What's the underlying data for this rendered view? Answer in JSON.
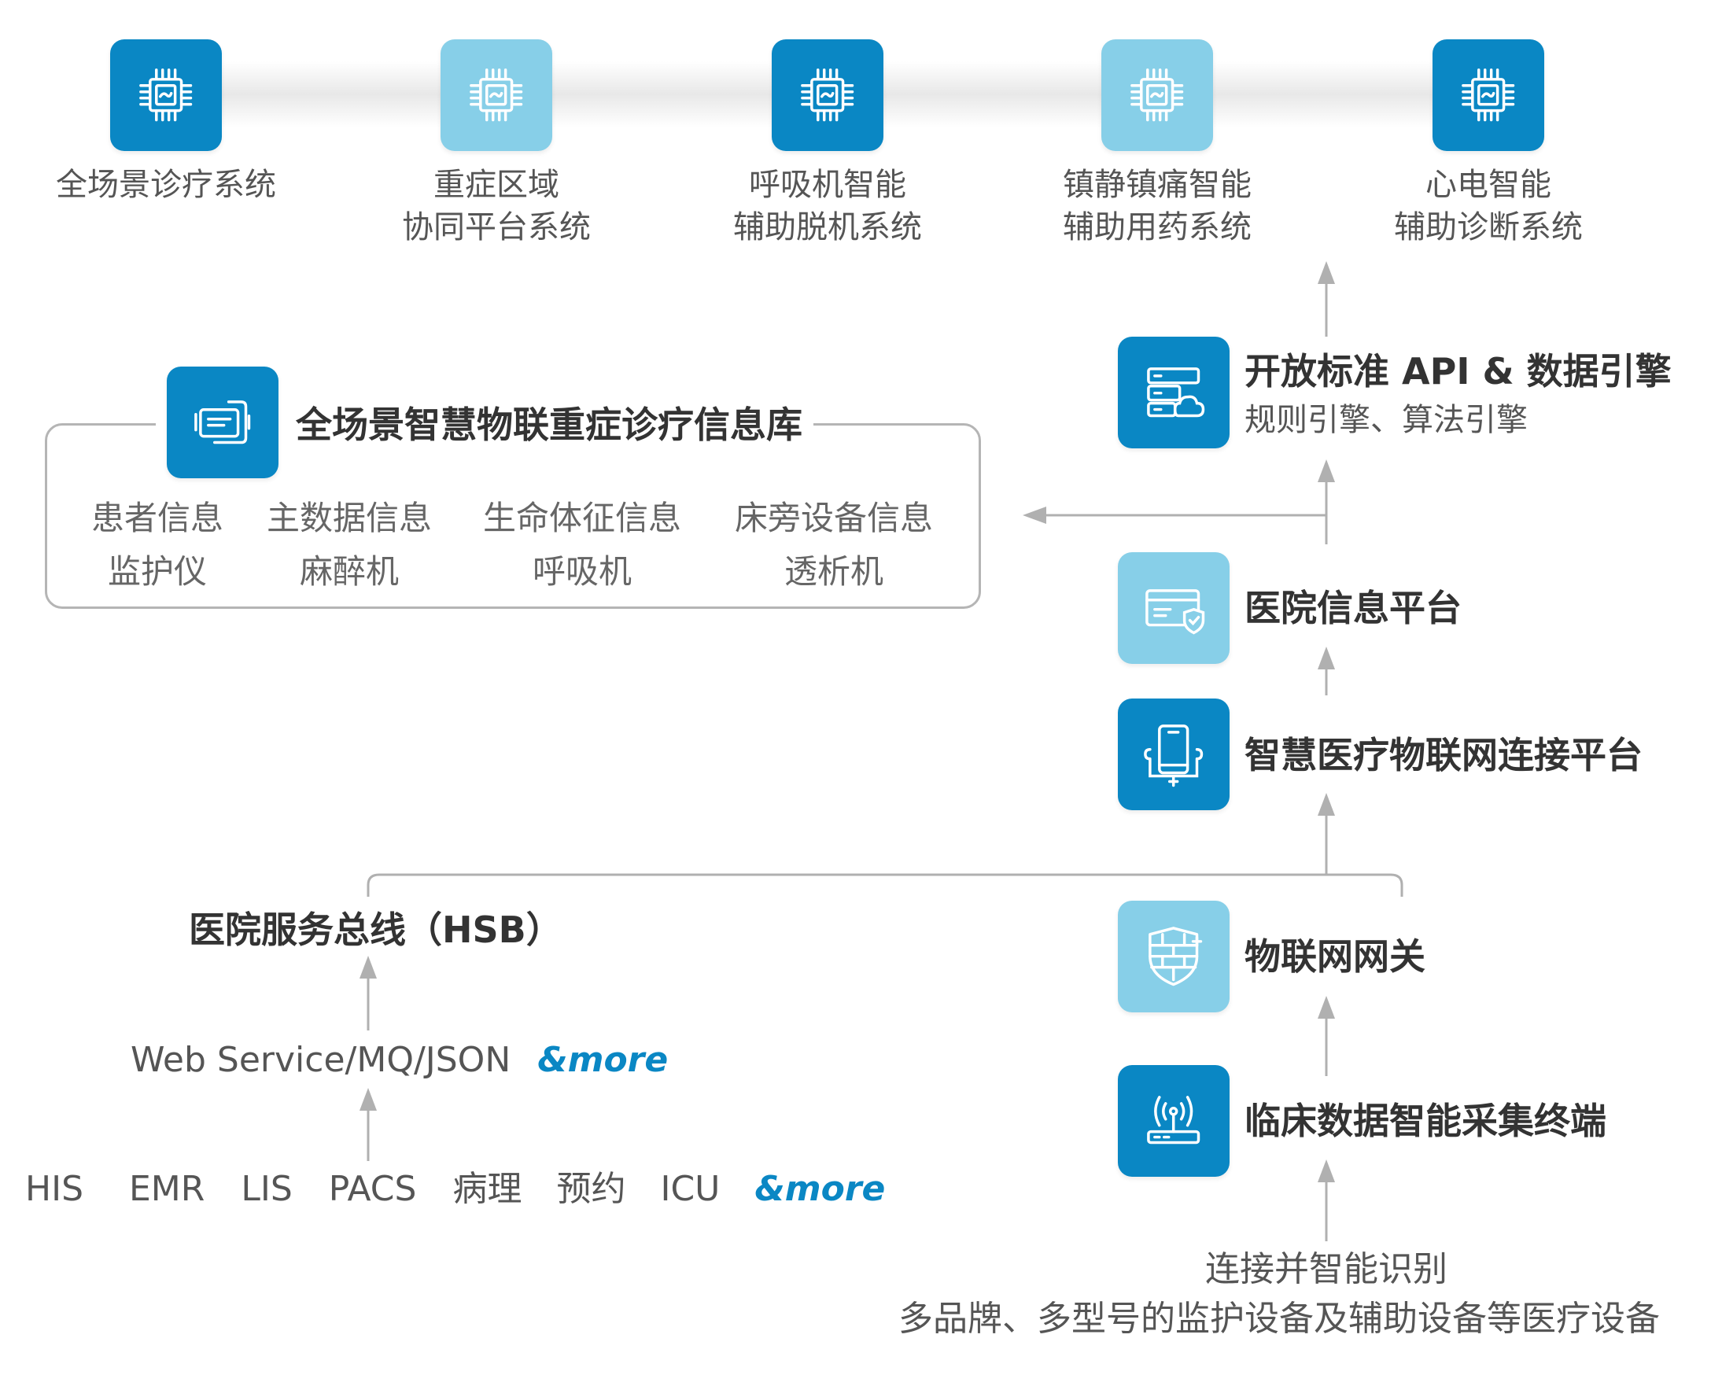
{
  "systems": [
    {
      "lines": [
        "全场景诊疗系统"
      ],
      "icon": "chip-icon",
      "shade": "dark"
    },
    {
      "lines": [
        "重症区域",
        "协同平台系统"
      ],
      "icon": "chip-icon",
      "shade": "light"
    },
    {
      "lines": [
        "呼吸机智能",
        "辅助脱机系统"
      ],
      "icon": "chip-icon",
      "shade": "dark"
    },
    {
      "lines": [
        "镇静镇痛智能",
        "辅助用药系统"
      ],
      "icon": "chip-icon",
      "shade": "light"
    },
    {
      "lines": [
        "心电智能",
        "辅助诊断系统"
      ],
      "icon": "chip-icon",
      "shade": "dark"
    }
  ],
  "database": {
    "title": "全场景智慧物联重症诊疗信息库",
    "icon": "cards-icon",
    "cells": [
      {
        "line1": "患者信息",
        "line2": "监护仪"
      },
      {
        "line1": "主数据信息",
        "line2": "麻醉机"
      },
      {
        "line1": "生命体征信息",
        "line2": "呼吸机"
      },
      {
        "line1": "床旁设备信息",
        "line2": "透析机"
      }
    ]
  },
  "stack": {
    "api": {
      "title": "开放标准 API & 数据引擎",
      "subtitle": "规则引擎、算法引擎",
      "icon": "server-cloud-icon"
    },
    "hospital_platform": {
      "title": "医院信息平台",
      "icon": "card-shield-icon"
    },
    "iot_platform": {
      "title": "智慧医疗物联网连接平台",
      "icon": "mobile-device-icon"
    },
    "gateway": {
      "title": "物联网网关",
      "icon": "firewall-shield-icon"
    },
    "terminal": {
      "title": "临床数据智能采集终端",
      "icon": "wifi-router-icon"
    }
  },
  "hsb": {
    "title": "医院服务总线（HSB）",
    "protocols": "Web Service/MQ/JSON",
    "protocols_more": "&more",
    "sources": [
      "HIS",
      "EMR",
      "LIS",
      "PACS",
      "病理",
      "预约",
      "ICU"
    ],
    "sources_more": "&more"
  },
  "devices": {
    "line1": "连接并智能识别",
    "line2": "多品牌、多型号的监护设备及辅助设备等医疗设备"
  },
  "colors": {
    "dark_blue": "#0a87c4",
    "light_blue": "#87cfe8",
    "connector": "#b0b0b0",
    "accent_text": "#0a87c4"
  }
}
